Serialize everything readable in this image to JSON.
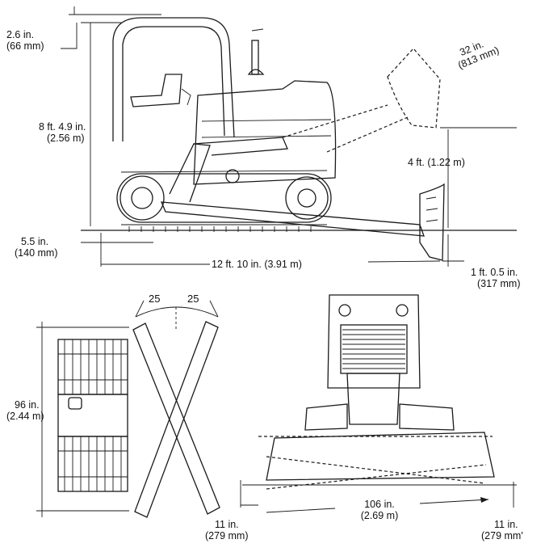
{
  "diagram": {
    "side_view": {
      "dims": {
        "cab_top_offset": [
          "2.6 in.",
          "(66 mm)"
        ],
        "overall_height": [
          "8 ft. 4.9 in.",
          "(2.56 m)"
        ],
        "ground_clearance": [
          "5.5 in.",
          "(140 mm)"
        ],
        "overall_length": "12 ft. 10 in. (3.91 m)",
        "blade_lift": "4 ft. (1.22 m)",
        "blade_height": [
          "32 in.",
          "(813 mm)"
        ],
        "digging_depth": [
          "1 ft. 0.5 in.",
          "(317 mm)"
        ]
      }
    },
    "top_view": {
      "angle_left": "25",
      "angle_right": "25",
      "track_width": [
        "96 in.",
        "(2.44 m)"
      ]
    },
    "front_view": {
      "tilt_left": [
        "11 in.",
        "(279 mm)"
      ],
      "blade_width": [
        "106 in.",
        "(2.69 m)"
      ],
      "tilt_right": [
        "11 in.",
        "(279 mm'"
      ]
    }
  }
}
